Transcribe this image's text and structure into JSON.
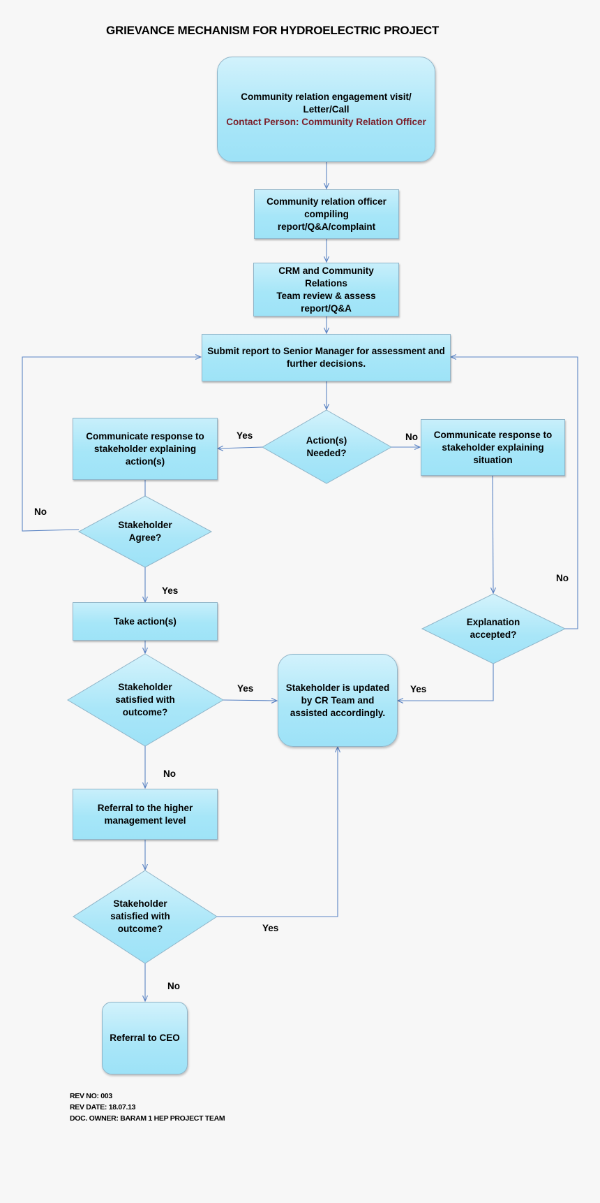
{
  "title": "GRIEVANCE MECHANISM FOR HYDROELECTRIC PROJECT",
  "nodes": {
    "engagement_visit": {
      "line1": "Community relation engagement visit/",
      "line2": "Letter/Call",
      "contact": "Contact Person: Community Relation Officer"
    },
    "officer_compiling": {
      "lines": [
        "Community relation officer",
        "compiling",
        "report/Q&A/complaint"
      ]
    },
    "crm_review": {
      "lines": [
        "CRM and Community Relations",
        "Team review & assess",
        "report/Q&A"
      ]
    },
    "submit_report": {
      "lines": [
        "Submit report to Senior Manager for assessment and",
        "further decisions."
      ]
    },
    "action_needed": {
      "lines": [
        "Action(s)",
        "Needed?"
      ]
    },
    "communicate_action": {
      "lines": [
        "Communicate response to",
        "stakeholder explaining",
        "action(s)"
      ]
    },
    "communicate_situation": {
      "lines": [
        "Communicate  response to",
        "stakeholder explaining",
        "situation"
      ]
    },
    "stakeholder_agree": {
      "lines": [
        "Stakeholder",
        "Agree?"
      ]
    },
    "take_action": {
      "lines": [
        "Take action(s)"
      ]
    },
    "explanation_accepted": {
      "lines": [
        "Explanation",
        "accepted?"
      ]
    },
    "satisfied_1": {
      "lines": [
        "Stakeholder",
        "satisfied with",
        "outcome?"
      ]
    },
    "updated_by_cr": {
      "lines": [
        "Stakeholder is updated",
        "by  CR Team  and",
        "assisted accordingly."
      ]
    },
    "referral_higher": {
      "lines": [
        "Referral to the higher",
        "management level"
      ]
    },
    "satisfied_2": {
      "lines": [
        "Stakeholder",
        "satisfied with",
        "outcome?"
      ]
    },
    "referral_ceo": {
      "lines": [
        "Referral to CEO"
      ]
    }
  },
  "labels": {
    "yes_action": "Yes",
    "no_action": "No",
    "no_agree": "No",
    "yes_agree": "Yes",
    "no_explanation": "No",
    "yes_satisfied_1": "Yes",
    "yes_explanation": "Yes",
    "no_satisfied_1": "No",
    "yes_satisfied_2": "Yes",
    "no_satisfied_2": "No"
  },
  "footer": {
    "rev_no": "REV NO: 003",
    "rev_date": "REV DATE: 18.07.13",
    "doc_owner": "DOC. OWNER: BARAM 1 HEP PROJECT TEAM"
  },
  "colors": {
    "fill_light": "#d2f2fc",
    "fill_dark": "#9de2f7",
    "border": "#8fb4c8",
    "connector": "#5b84c4",
    "contact_text": "#7a1f2a"
  }
}
